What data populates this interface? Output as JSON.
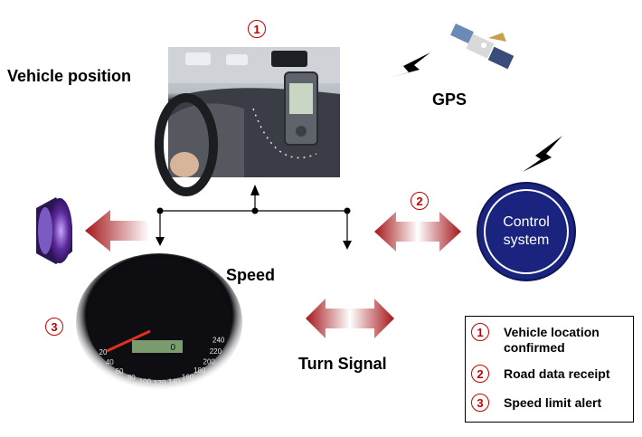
{
  "labels": {
    "vehicle_position": "Vehicle position",
    "gps": "GPS",
    "speed": "Speed",
    "turn_signal": "Turn Signal",
    "control_system_line1": "Control",
    "control_system_line2": "system"
  },
  "badges": {
    "one": "1",
    "two": "2",
    "three": "3"
  },
  "legend": {
    "items": [
      {
        "num": "1",
        "line1": "Vehicle location",
        "line2": "confirmed"
      },
      {
        "num": "2",
        "line1": "Road data receipt",
        "line2": ""
      },
      {
        "num": "3",
        "line1": "Speed limit alert",
        "line2": ""
      }
    ]
  },
  "speedometer": {
    "ticks": [
      "20",
      "40",
      "60",
      "80",
      "100",
      "120",
      "140",
      "160",
      "180",
      "200",
      "220",
      "240"
    ],
    "odometer": "0"
  },
  "colors": {
    "badge_red": "#c00000",
    "arrow_red": "#b22222",
    "control_blue": "#1a237e"
  }
}
